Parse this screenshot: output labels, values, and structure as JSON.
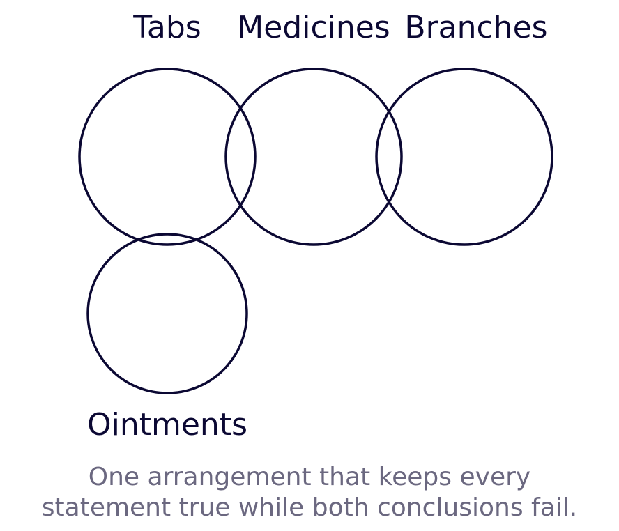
{
  "diagram": {
    "type": "euler-diagram",
    "sets": [
      {
        "id": "tabs",
        "label": "Tabs"
      },
      {
        "id": "medicines",
        "label": "Medicines"
      },
      {
        "id": "branches",
        "label": "Branches"
      },
      {
        "id": "ointments",
        "label": "Ointments"
      }
    ],
    "caption_lines": [
      "One arrangement that keeps every",
      "statement true while both conclusions fail."
    ],
    "colors": {
      "ink": "#0b0833",
      "caption": "#6b6880",
      "background": "#ffffff"
    }
  }
}
